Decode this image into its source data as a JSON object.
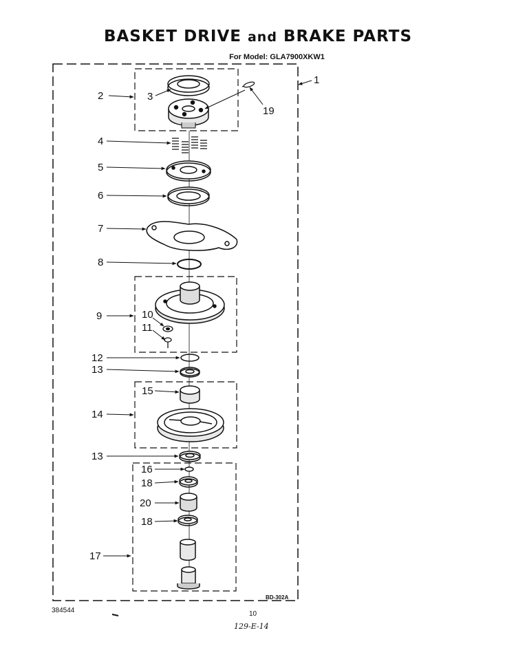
{
  "page": {
    "title_part1": "BASKET DRIVE",
    "title_and": "and",
    "title_part2": "BRAKE PARTS",
    "model_label": "For Model: GLA7900XKW1",
    "figure_code": "BD-302A",
    "doc_number": "384544",
    "page_number": "10",
    "handwritten_note": "129-E-14"
  },
  "callouts": {
    "c1": "1",
    "c2": "2",
    "c3": "3",
    "c4": "4",
    "c5": "5",
    "c6": "6",
    "c7": "7",
    "c8": "8",
    "c9": "9",
    "c10": "10",
    "c11": "11",
    "c12": "12",
    "c13a": "13",
    "c13b": "13",
    "c14": "14",
    "c15": "15",
    "c16": "16",
    "c17": "17",
    "c18a": "18",
    "c18b": "18",
    "c19": "19",
    "c20": "20"
  },
  "colors": {
    "ink": "#111111",
    "paper": "#ffffff",
    "shade": "#d8d8d8"
  }
}
